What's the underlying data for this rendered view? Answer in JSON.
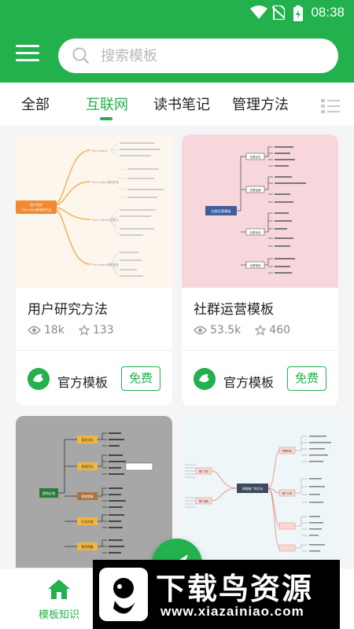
{
  "status_bar": {
    "time": "08:38"
  },
  "search": {
    "placeholder": "搜索模板"
  },
  "tabs": [
    {
      "label": "全部"
    },
    {
      "label": "互联网",
      "active": true
    },
    {
      "label": "读书笔记"
    },
    {
      "label": "管理方法"
    }
  ],
  "cards": [
    {
      "title": "用户研究方法",
      "views": "18k",
      "stars": "133",
      "source": "官方模板",
      "price": "免费",
      "thumb_bg": "#fdf6ec",
      "mind": {
        "center": "用户研究",
        "center2": "Think about如何做好方法",
        "nodes": [
          "Think about",
          "Think about调研步骤",
          "Think about访谈要点",
          "Think about需求管理"
        ]
      }
    },
    {
      "title": "社群运营模板",
      "views": "53.5k",
      "stars": "460",
      "source": "官方模板",
      "price": "免费",
      "thumb_bg": "#f8d7dc",
      "mind": {
        "center": "社群运营模板",
        "nodes": [
          "社群定位",
          "社群运营",
          "社群活动",
          "社群规划"
        ]
      }
    },
    {
      "thumb_bg": "#a6a7a6",
      "mind": {
        "center": "营销计划",
        "nodes": [
          "现状分析",
          "营销目标",
          "营销策略",
          "行动方案",
          "费用预算"
        ]
      }
    },
    {
      "thumb_bg": "#eef6f9",
      "mind": {
        "center": "网络推广的方法",
        "nodes": [
          "推广方式",
          "推广渠道",
          "效果分析",
          "推广计划"
        ]
      }
    }
  ],
  "bottom_nav": {
    "item_label": "模板知识"
  },
  "watermark": {
    "big": "下载鸟资源",
    "url": "www.xiazainiao.com"
  },
  "colors": {
    "brand": "#23b14d",
    "text": "#222222",
    "muted": "#888888"
  }
}
